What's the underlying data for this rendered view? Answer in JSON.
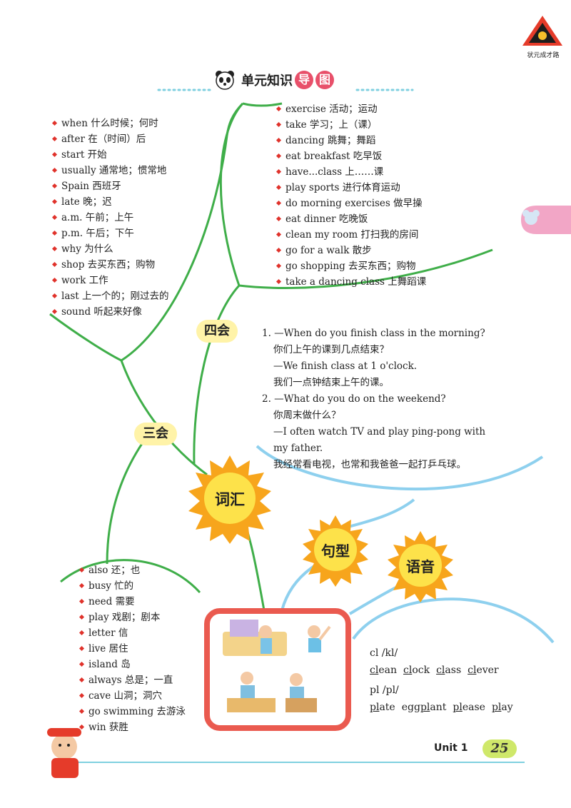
{
  "header": {
    "title_main": "单元知识",
    "title_char1": "导",
    "title_char2": "图",
    "logo_text": "状元成才路"
  },
  "colors": {
    "branch_green": "#3fae49",
    "arc_blue": "#8ed0ee",
    "bullet_red": "#e0322b",
    "sun_orange": "#f7a51c",
    "frame_red": "#ea5a4f"
  },
  "labels": {
    "si_hui": "四会",
    "san_hui": "三会",
    "ci_hui": "词汇",
    "ju_xing": "句型",
    "yu_yin": "语音"
  },
  "vocab_left": [
    "when 什么时候；何时",
    "after 在（时间）后",
    "start 开始",
    "usually 通常地；惯常地",
    "Spain 西班牙",
    "late 晚；迟",
    "a.m. 午前；上午",
    "p.m. 午后；下午",
    "why 为什么",
    "shop 去买东西；购物",
    "work 工作",
    "last 上一个的；刚过去的",
    "sound 听起来好像"
  ],
  "vocab_right": [
    "exercise 活动；运动",
    "take 学习；上（课）",
    "dancing 跳舞；舞蹈",
    "eat breakfast 吃早饭",
    "have...class 上……课",
    "play sports 进行体育运动",
    "do morning exercises 做早操",
    "eat dinner 吃晚饭",
    "clean my room 打扫我的房间",
    "go for a walk 散步",
    "go shopping 去买东西；购物",
    "take a dancing class 上舞蹈课"
  ],
  "vocab_bottom": [
    "also 还；也",
    "busy 忙的",
    "need 需要",
    "play 戏剧；剧本",
    "letter 信",
    "live 居住",
    "island 岛",
    "always 总是；一直",
    "cave 山洞；洞穴",
    "go swimming 去游泳",
    "win 获胜"
  ],
  "sentences": [
    "1. —When do you finish class in the morning?",
    "你们上午的课到几点结束？",
    "—We finish class at 1 o'clock.",
    "我们一点钟结束上午的课。",
    "2. —What do you do on the weekend?",
    "你周末做什么？",
    "—I often watch TV and play ping-pong with",
    "my father.",
    "我经常看电视，也常和我爸爸一起打乒乓球。"
  ],
  "phonics": {
    "cl_label": "cl /kl/",
    "cl_words": [
      {
        "head": "cl",
        "tail": "ean"
      },
      {
        "head": "cl",
        "tail": "ock"
      },
      {
        "head": "cl",
        "tail": "ass"
      },
      {
        "head": "cl",
        "tail": "ever"
      }
    ],
    "pl_label": "pl /pl/",
    "pl_words": [
      {
        "pre": "",
        "head": "pl",
        "tail": "ate"
      },
      {
        "pre": "egg",
        "head": "pl",
        "tail": "ant"
      },
      {
        "pre": "",
        "head": "pl",
        "tail": "ease"
      },
      {
        "pre": "",
        "head": "pl",
        "tail": "ay"
      }
    ]
  },
  "footer": {
    "unit": "Unit 1",
    "page": "25"
  }
}
